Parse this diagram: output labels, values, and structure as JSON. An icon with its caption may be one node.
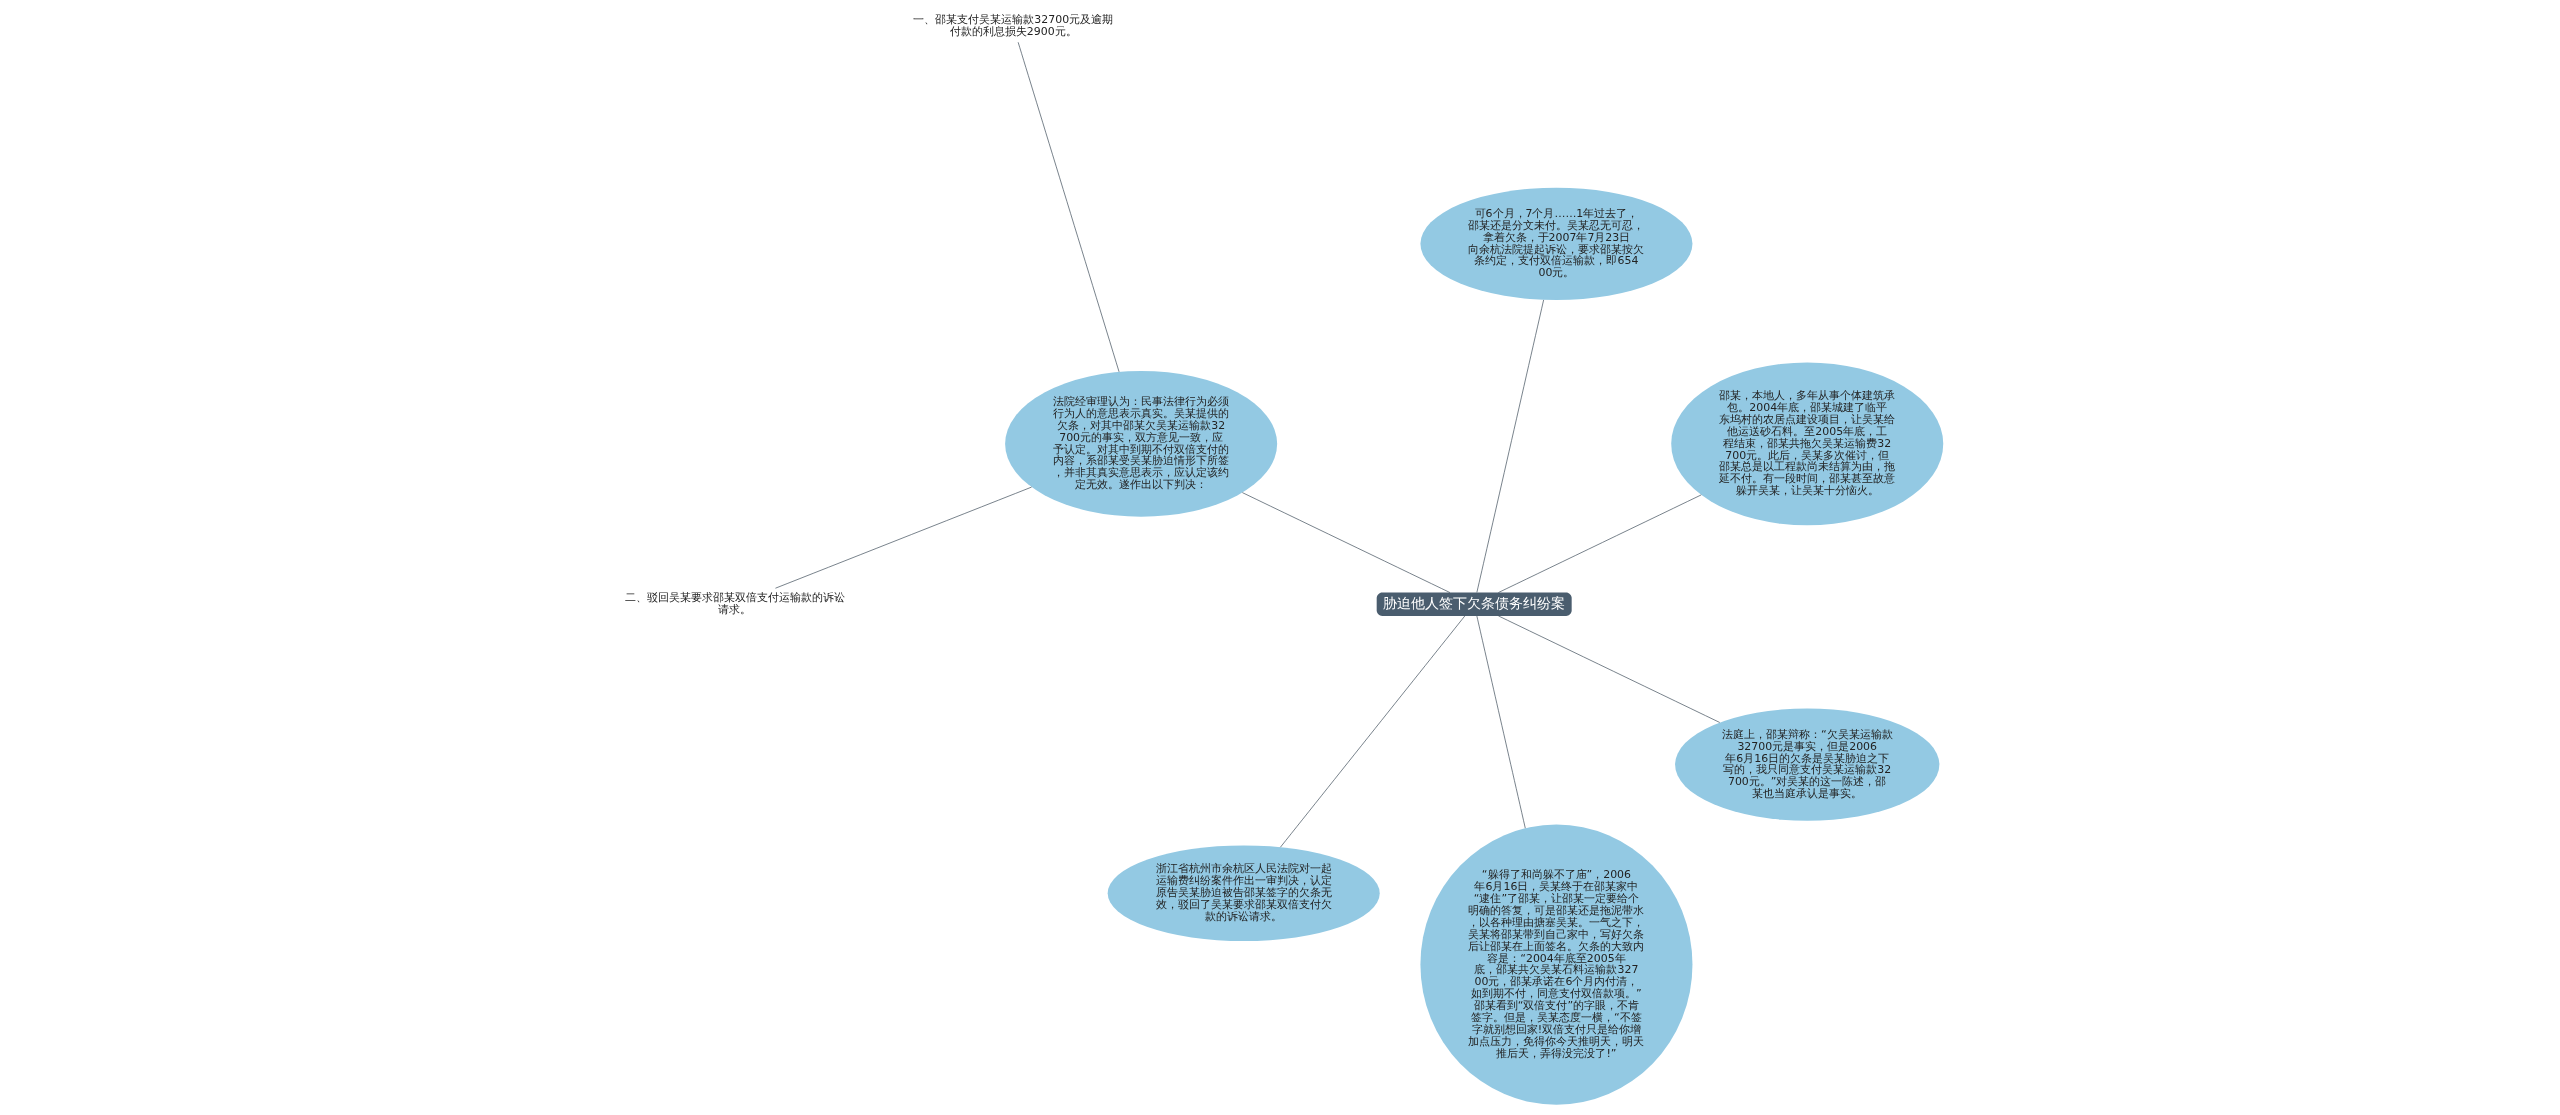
{
  "diagram": {
    "nodes": [
      {
        "text": [
          "胁迫他人签下欠条债务纠纷案"
        ]
      },
      {
        "text": [
          "邵某，本地人，多年从事个体建筑承包。2004年底，邵某城建了临平东坞村的农居点建设项目，让吴某给他运送砂石料。至2005年底，工程结束，邵某共拖欠吴某运输费32700元。此后，吴某多次催讨，但邵某总是以工程款尚未结算为由，拖延不付。有一段时间，邵某甚至故意躲开吴某，让吴某十分恼火。"
        ]
      },
      {
        "text": [
          "可6个月，7个月……1年过去了，邵某还是分文未付。吴某忍无可忍，拿着欠条，于2007年7月23日向余杭法院提起诉讼，要求邵某按欠条约定，支付双倍运输款，即65400元。"
        ]
      },
      {
        "text": [
          "法院经审理认为：民事法律行为必须行为人的意思表示真实。吴某提供的欠条，对其中邵某欠吴某运输款32700元的事实，双方意见一致，应予认定。对其中到期不付双倍支付的内容，系邵某受吴某胁迫情形下所签，并非其真实意思表示，应认定该约定无效。遂作出以下判决："
        ]
      },
      {
        "text": [
          "一、邵某支付吴某运输款32700元及逾期付款的利息损失2900元。"
        ]
      },
      {
        "text": [
          "二、驳回吴某要求邵某双倍支付运输款的诉讼请求。"
        ]
      },
      {
        "text": [
          "浙江省杭州市余杭区人民法院对一起运输费纠纷案件作出一审判决，认定原告吴某胁迫被告邵某签字的欠条无效，驳回了吴某要求邵某双倍支付欠款的诉讼请求。"
        ]
      },
      {
        "text": [
          "“躲得了和尚躲不了庙”，2006年6月16日，吴某终于在邵某家中“逮住”了邵某，让邵某一定要给个明确的答复，可是邵某还是拖泥带水，以各种理由搪塞吴某。一气之下，吴某将邵某带到自己家中，写好欠条后让邵某在上面签名。欠条的大致内容是：“2004年底至2005年底，邵某共欠吴某石料运输款32700元，邵某承诺在6个月内付清，如到期不付，同意支付双倍款项。”邵某看到“双倍支付”的字眼，不肯签字。但是，吴某态度一横，“不签字就别想回家!双倍支付只是给你增加点压力，免得你今天推明天，明天推后天，弄得没完没了!”"
        ]
      },
      {
        "text": [
          "法庭上，邵某辩称：“欠吴某运输款32700元是事实，但是2006年6月16日的欠条是吴某胁迫之下写的，我只同意支付吴某运输款32700元。”对吴某的这一陈述，邵某也当庭承认是事实。"
        ]
      }
    ],
    "edges": [
      {
        "from": 0,
        "to": 1,
        "arrow": "none"
      },
      {
        "from": 0,
        "to": 2,
        "arrow": "none"
      },
      {
        "from": 0,
        "to": 3,
        "arrow": "none"
      },
      {
        "from": 3,
        "to": 4,
        "arrow": "none"
      },
      {
        "from": 3,
        "to": 5,
        "arrow": "none"
      },
      {
        "from": 0,
        "to": 6,
        "arrow": "none"
      },
      {
        "from": 0,
        "to": 7,
        "arrow": "none"
      },
      {
        "from": 0,
        "to": 8,
        "arrow": "none"
      }
    ]
  }
}
